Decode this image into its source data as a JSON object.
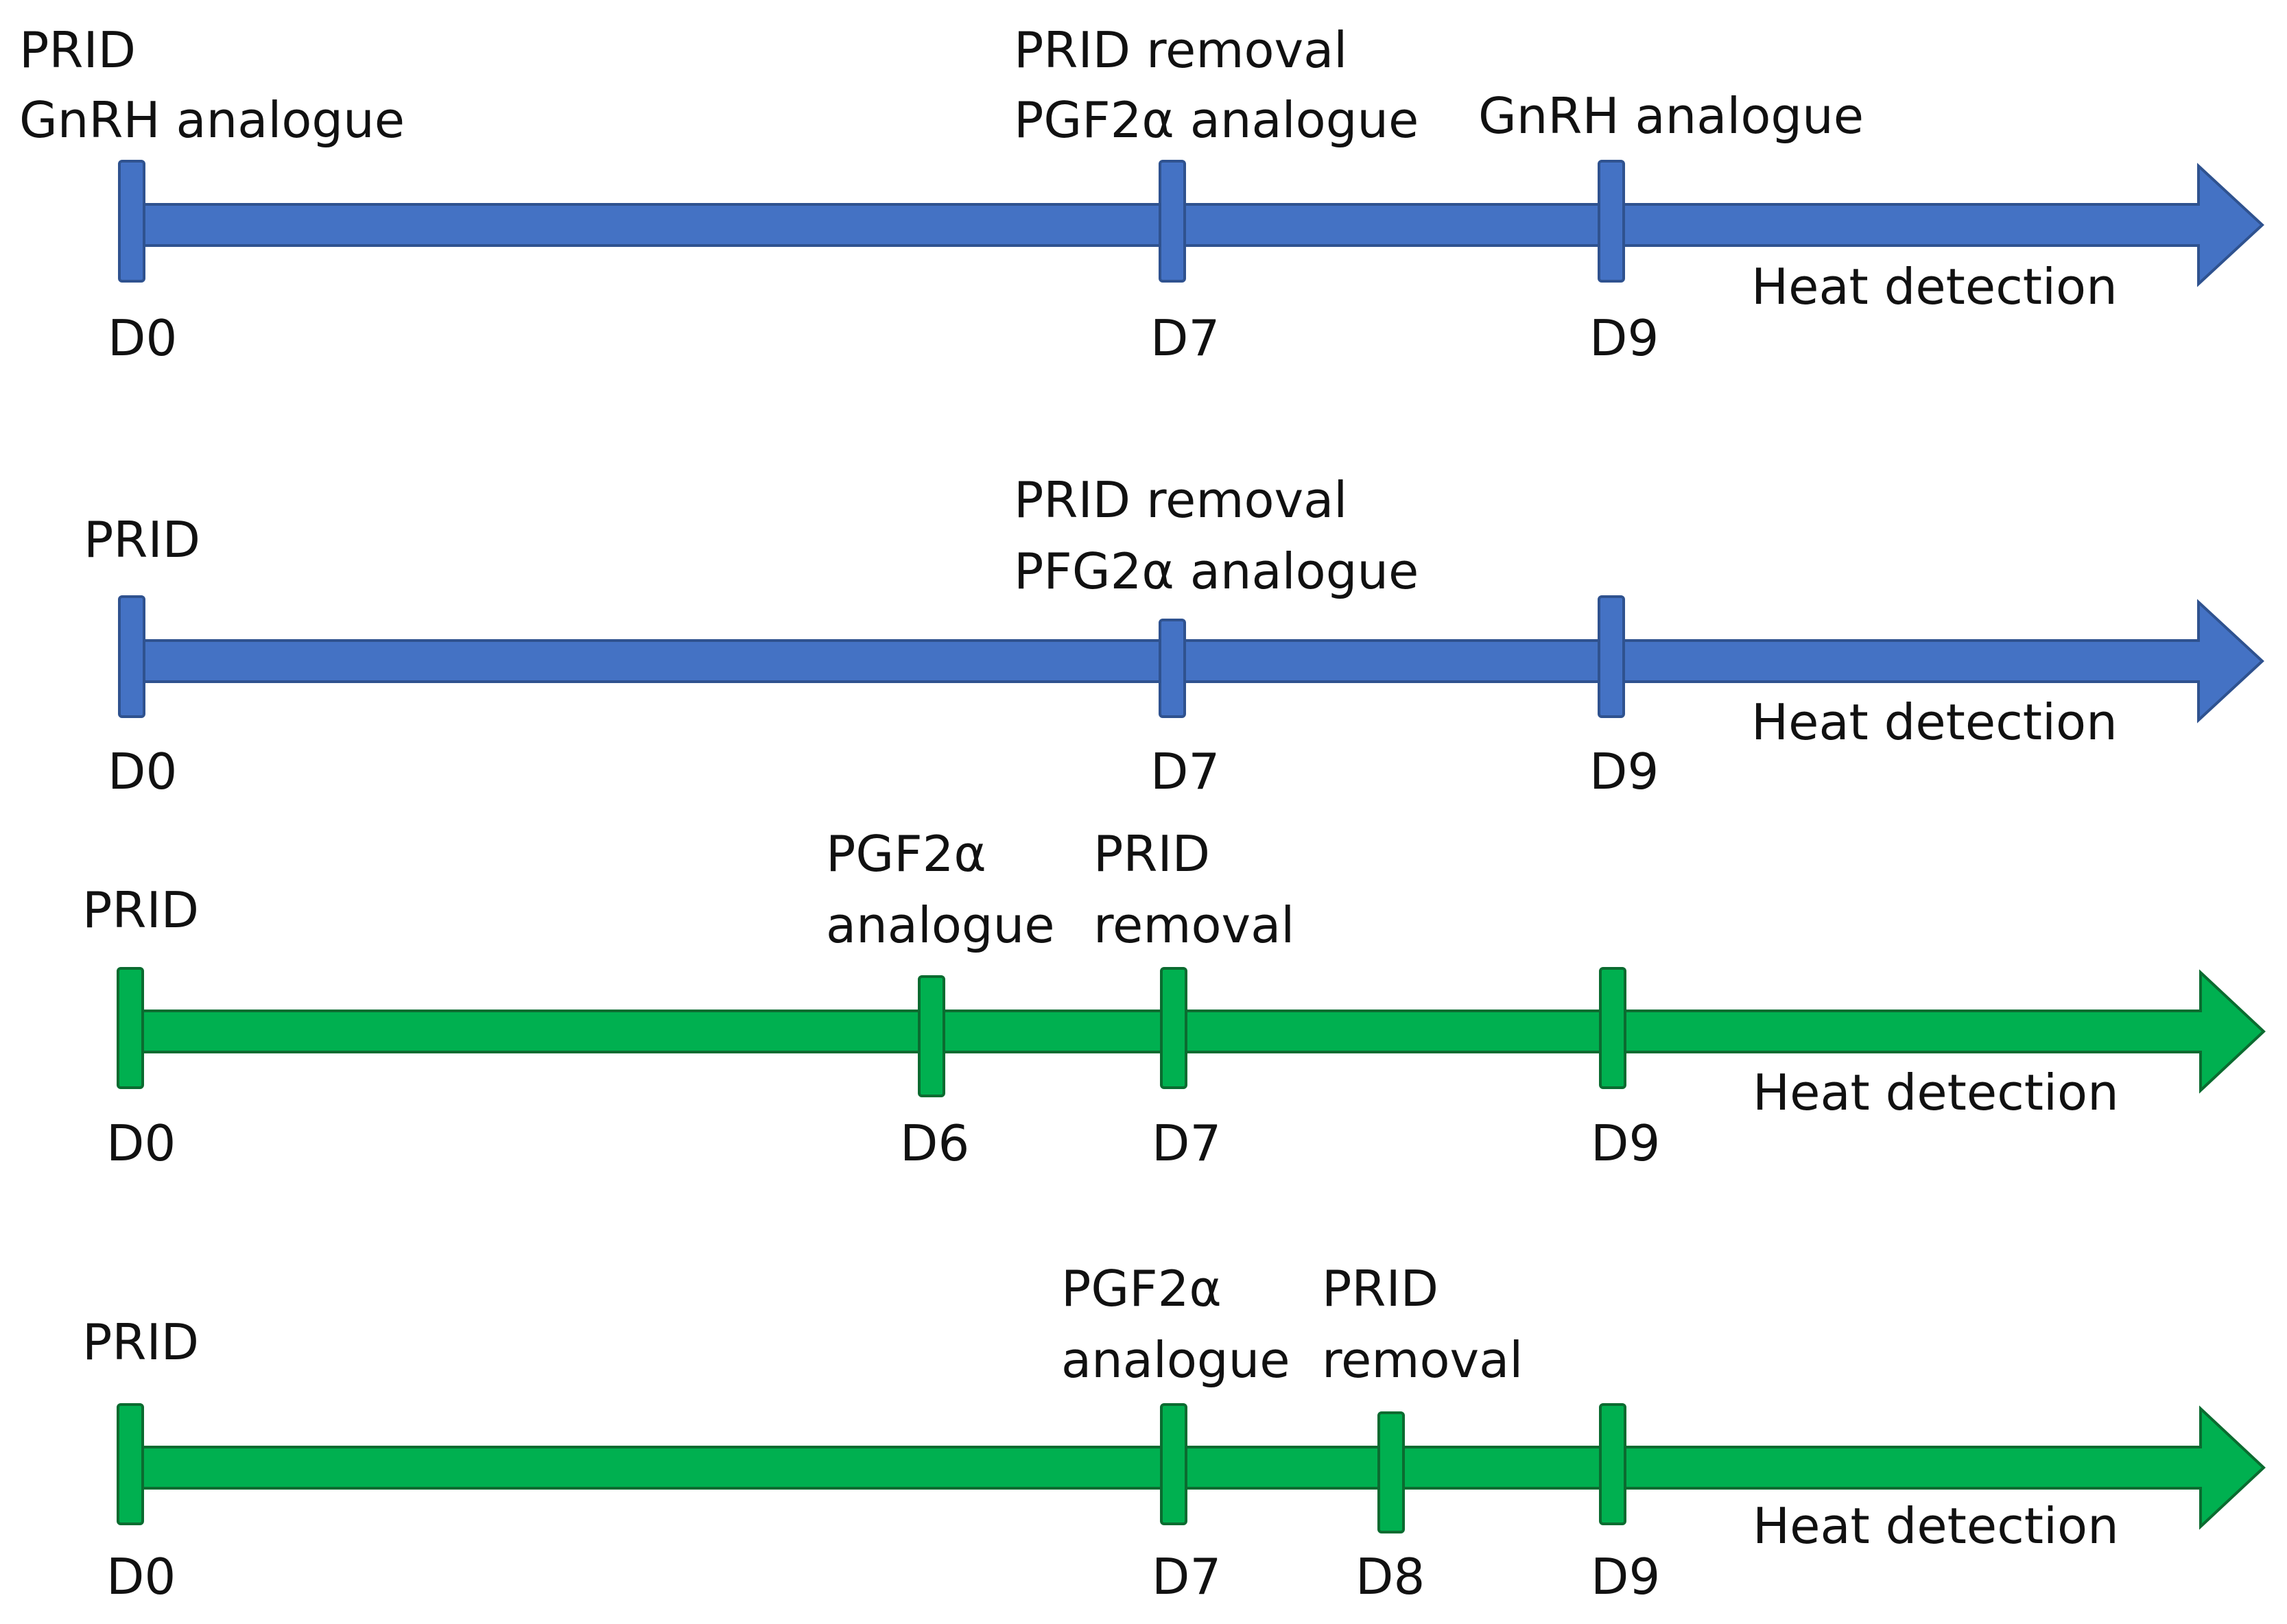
{
  "colors": {
    "blue_fill": "#4472c4",
    "blue_stroke": "#2f528f",
    "green_fill": "#00b050",
    "green_stroke": "#0b6b30"
  },
  "timelines": [
    {
      "color": "blue",
      "days": [
        {
          "label": "D0",
          "events": [
            "PRID",
            "GnRH analogue"
          ]
        },
        {
          "label": "D7",
          "events": [
            "PRID removal",
            "PGF2α analogue"
          ]
        },
        {
          "label": "D9",
          "events": [
            "GnRH analogue"
          ]
        }
      ],
      "end_label": "Heat detection"
    },
    {
      "color": "blue",
      "days": [
        {
          "label": "D0",
          "events": [
            "PRID"
          ]
        },
        {
          "label": "D7",
          "events": [
            "PRID removal",
            "PFG2α analogue"
          ]
        },
        {
          "label": "D9",
          "events": []
        }
      ],
      "end_label": "Heat detection"
    },
    {
      "color": "green",
      "days": [
        {
          "label": "D0",
          "events": [
            "PRID"
          ]
        },
        {
          "label": "D6",
          "events": [
            "PGF2α",
            "analogue"
          ]
        },
        {
          "label": "D7",
          "events": [
            "PRID",
            "removal"
          ]
        },
        {
          "label": "D9",
          "events": []
        }
      ],
      "end_label": "Heat detection"
    },
    {
      "color": "green",
      "days": [
        {
          "label": "D0",
          "events": [
            "PRID"
          ]
        },
        {
          "label": "D7",
          "events": [
            "PGF2α",
            "analogue"
          ]
        },
        {
          "label": "D8",
          "events": [
            "PRID",
            "removal"
          ]
        },
        {
          "label": "D9",
          "events": []
        }
      ],
      "end_label": "Heat detection"
    }
  ]
}
